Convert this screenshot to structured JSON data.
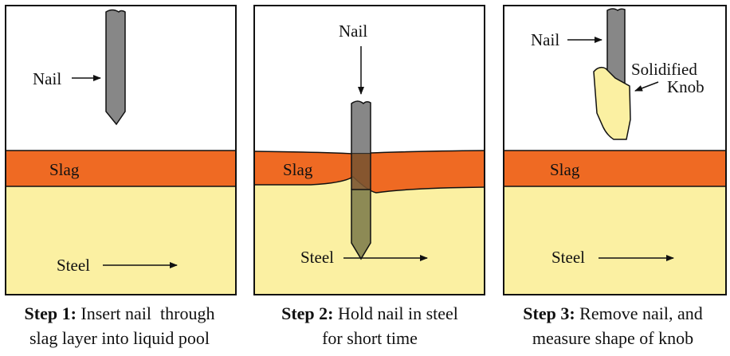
{
  "colors": {
    "slag": "#ef6a23",
    "steel": "#fbf0a2",
    "nail": "#878787",
    "knob": "#fbf0a2",
    "outline": "#111111"
  },
  "panel1": {
    "nail_label": "Nail",
    "slag_label": "Slag",
    "steel_label": "Steel",
    "caption_step": "Step 1:",
    "caption_line1": "Insert nail  through",
    "caption_line2": "slag layer into liquid pool"
  },
  "panel2": {
    "nail_label": "Nail",
    "slag_label": "Slag",
    "steel_label": "Steel",
    "caption_step": "Step 2:",
    "caption_line1": "Hold nail in steel",
    "caption_line2": "for short time"
  },
  "panel3": {
    "nail_label": "Nail",
    "knob_label_line1": "Solidified",
    "knob_label_line2": "Knob",
    "slag_label": "Slag",
    "steel_label": "Steel",
    "caption_step": "Step 3:",
    "caption_line1": "Remove nail, and",
    "caption_line2": "measure shape of knob"
  }
}
